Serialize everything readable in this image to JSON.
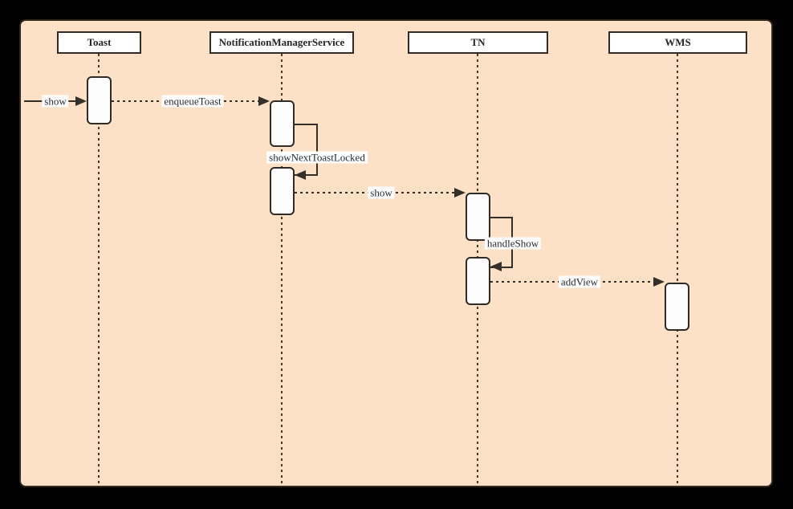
{
  "colors": {
    "canvas": "#000000",
    "surface": "#FCE1C6",
    "frame_stroke": "#33281C",
    "shape_stroke": "#2F2B27",
    "line_color": "#332F2B",
    "lifeline_color": "#4C3826",
    "shape_fill": "#FFFFFF"
  },
  "participants": [
    {
      "label": "Toast"
    },
    {
      "label": "NotificationManagerService"
    },
    {
      "label": "TN"
    },
    {
      "label": "WMS"
    }
  ],
  "messages": {
    "found_show": {
      "label": "show"
    },
    "enqueue_toast": {
      "label": "enqueueToast"
    },
    "show_next_toast_locked": {
      "label": "showNextToastLocked"
    },
    "show": {
      "label": "show"
    },
    "handle_show": {
      "label": "handleShow"
    },
    "add_view": {
      "label": "addView"
    }
  }
}
